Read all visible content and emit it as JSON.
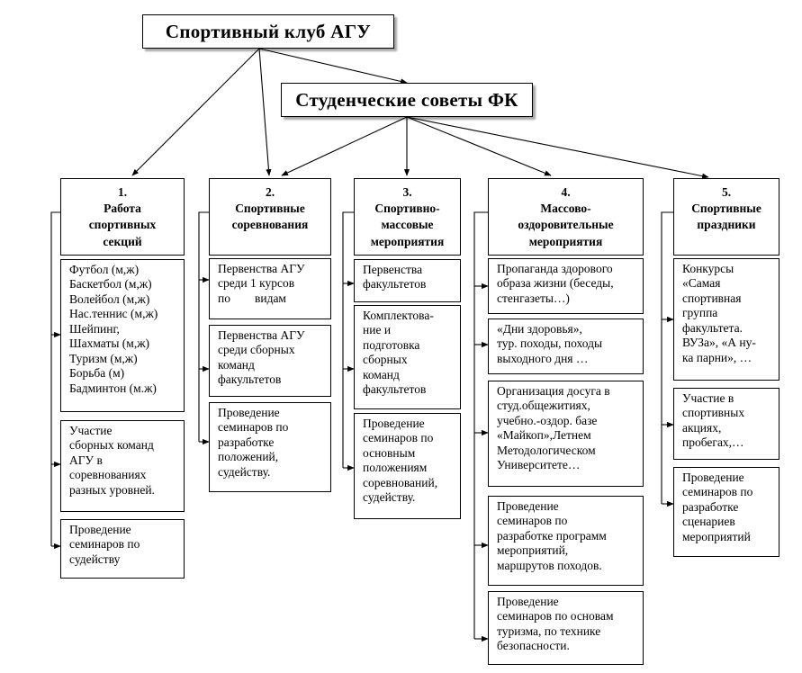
{
  "top_box": "Спортивный  клуб АГУ",
  "council_box": "Студенческие  советы ФК",
  "columns": [
    {
      "num": "1.",
      "title": [
        "Работа",
        "спортивных",
        "секций"
      ],
      "items": [
        [
          "Футбол (м,ж)",
          "Баскетбол (м,ж)",
          "Волейбол (м,ж)",
          "Нас.теннис (м,ж)",
          "Шейпинг,",
          "Шахматы (м,ж)",
          "Туризм (м,ж)",
          "Борьба (м)",
          "Бадминтон (м.ж)"
        ],
        [
          "Участие",
          "сборных команд",
          "АГУ в",
          "соревнованиях",
          "разных уровней."
        ],
        [
          "Проведение",
          "семинаров по",
          "судейству"
        ]
      ]
    },
    {
      "num": "2.",
      "title": [
        "Спортивные",
        "соревнования"
      ],
      "items": [
        [
          "Первенства АГУ",
          "среди 1 курсов",
          "по        видам"
        ],
        [
          "Первенства АГУ",
          "среди сборных",
          "команд",
          "факультетов"
        ],
        [
          "Проведение",
          "семинаров по",
          "разработке",
          "положений,",
          "судейству."
        ]
      ]
    },
    {
      "num": "3.",
      "title": [
        "Спортивно-",
        "массовые",
        "мероприятия"
      ],
      "items": [
        [
          "Первенства",
          "факультетов"
        ],
        [
          "Комплектова-",
          "ние и",
          "подготовка",
          "сборных",
          "команд",
          "факультетов"
        ],
        [
          "Проведение",
          "семинаров по",
          "основным",
          "положениям",
          "соревнований,",
          "судейству."
        ]
      ]
    },
    {
      "num": "4.",
      "title": [
        "Массово-",
        "оздоровительные",
        "мероприятия"
      ],
      "items": [
        [
          "Пропаганда здорового",
          "образа жизни (беседы,",
          "стенгазеты…)"
        ],
        [
          "«Дни здоровья»,",
          "тур. походы, походы",
          "выходного дня …"
        ],
        [
          "Организация досуга в",
          "студ.общежитиях,",
          "учебно.-оздор. базе",
          "«Майкоп»,Летнем",
          "Методологическом",
          "Университете…"
        ],
        [
          "Проведение",
          "семинаров по",
          "разработке программ",
          "мероприятий,",
          "маршрутов походов."
        ],
        [
          "Проведение",
          "семинаров по основам",
          "туризма, по технике",
          "безопасности."
        ]
      ]
    },
    {
      "num": "5.",
      "title": [
        "Спортивные",
        "праздники"
      ],
      "items": [
        [
          "Конкурсы",
          "«Самая",
          "спортивная",
          "группа",
          "факультета.",
          "ВУЗа», «А ну-",
          "ка парни», …"
        ],
        [
          "Участие в",
          "спортивных",
          "акциях,",
          "пробегах,…"
        ],
        [
          "Проведение",
          "семинаров по",
          "разработке",
          "сценариев",
          "мероприятий"
        ]
      ]
    }
  ]
}
